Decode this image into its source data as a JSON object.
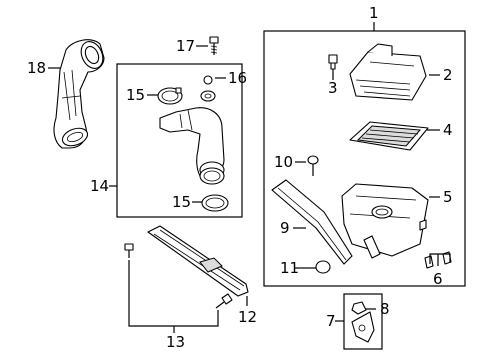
{
  "callouts": {
    "c1": "1",
    "c2": "2",
    "c3": "3",
    "c4": "4",
    "c5": "5",
    "c6": "6",
    "c7": "7",
    "c8": "8",
    "c9": "9",
    "c10": "10",
    "c11": "11",
    "c12": "12",
    "c13": "13",
    "c14": "14",
    "c15a": "15",
    "c15b": "15",
    "c16": "16",
    "c17": "17",
    "c18": "18"
  },
  "colors": {
    "line": "#000000",
    "background": "#ffffff",
    "fill_shade": "#dcdcdc"
  }
}
